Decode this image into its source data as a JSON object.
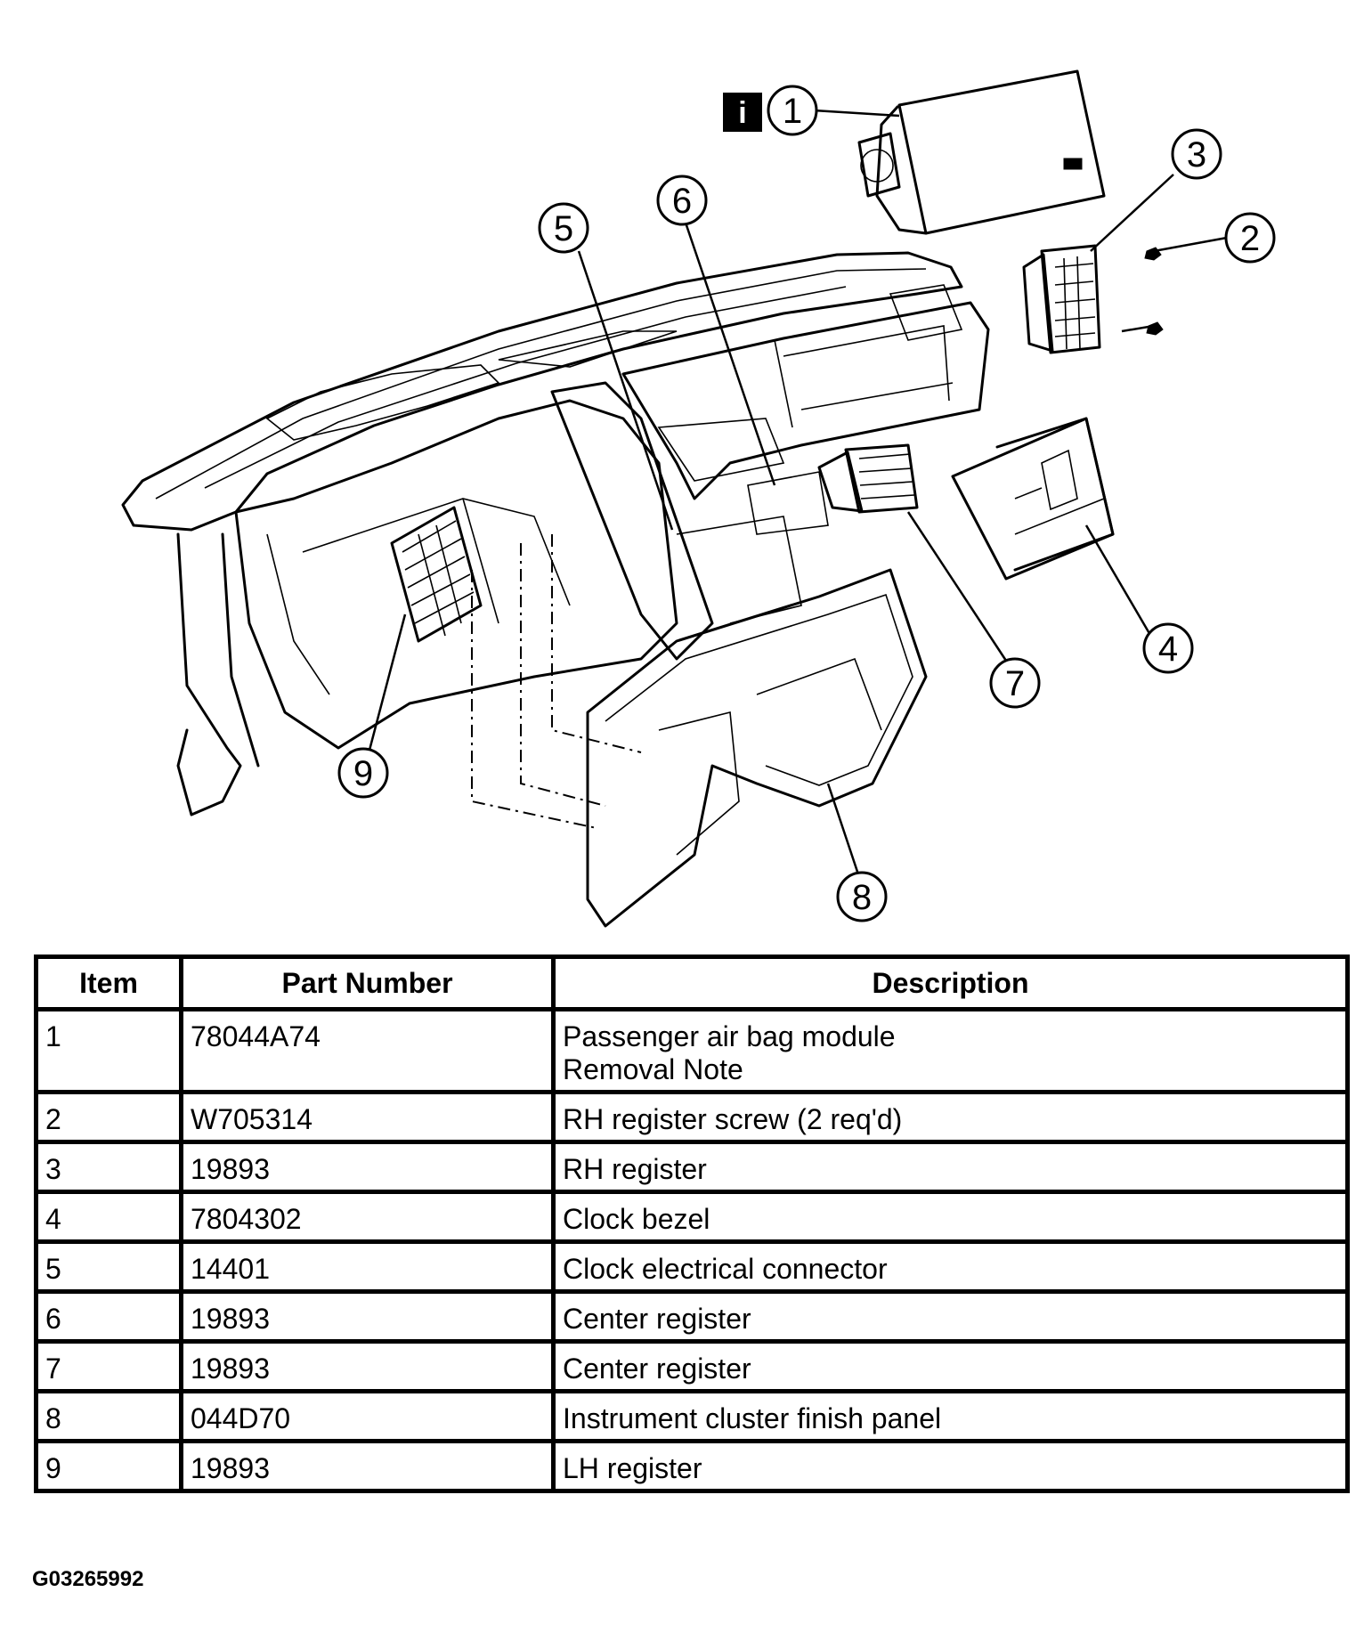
{
  "info_icon": {
    "glyph": "i",
    "name": "info-icon"
  },
  "callouts": [
    "1",
    "2",
    "3",
    "4",
    "5",
    "6",
    "7",
    "8",
    "9"
  ],
  "table": {
    "headers": {
      "item": "Item",
      "part_number": "Part Number",
      "description": "Description"
    },
    "rows": [
      {
        "item": "1",
        "part_number": "78044A74",
        "description": [
          "Passenger air bag module",
          "Removal  Note"
        ]
      },
      {
        "item": "2",
        "part_number": "W705314",
        "description": [
          "RH register screw (2 req'd)"
        ]
      },
      {
        "item": "3",
        "part_number": "19893",
        "description": [
          "RH register"
        ]
      },
      {
        "item": "4",
        "part_number": "7804302",
        "description": [
          "Clock bezel"
        ]
      },
      {
        "item": "5",
        "part_number": "14401",
        "description": [
          "Clock electrical connector"
        ]
      },
      {
        "item": "6",
        "part_number": "19893",
        "description": [
          "Center register"
        ]
      },
      {
        "item": "7",
        "part_number": "19893",
        "description": [
          "Center register"
        ]
      },
      {
        "item": "8",
        "part_number": "044D70",
        "description": [
          "Instrument cluster finish panel"
        ]
      },
      {
        "item": "9",
        "part_number": "19893",
        "description": [
          "LH register"
        ]
      }
    ]
  },
  "figure_id": "G03265992"
}
